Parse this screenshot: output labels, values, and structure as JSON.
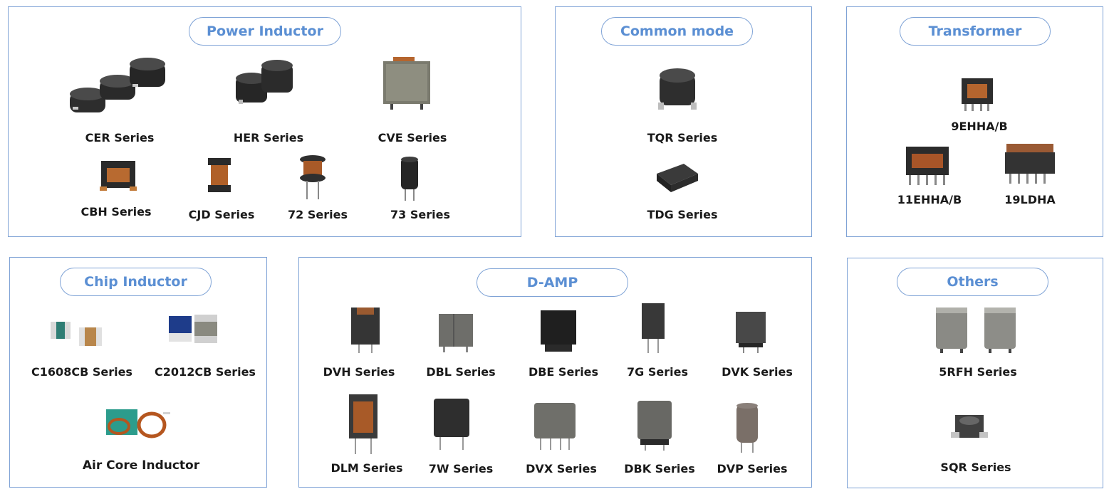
{
  "categories": {
    "power_inductor": {
      "title": "Power Inductor",
      "products": [
        "CER Series",
        "HER Series",
        "CVE Series",
        "CBH Series",
        "CJD Series",
        "72 Series",
        "73 Series"
      ]
    },
    "common_mode": {
      "title": "Common mode",
      "products": [
        "TQR Series",
        "TDG Series"
      ]
    },
    "transformer": {
      "title": "Transformer",
      "products": [
        "9EHHA/B",
        "11EHHA/B",
        "19LDHA"
      ]
    },
    "chip_inductor": {
      "title": "Chip Inductor",
      "products": [
        "C1608CB Series",
        "C2012CB Series",
        "Air Core Inductor"
      ]
    },
    "d_amp": {
      "title": "D-AMP",
      "products": [
        "DVH Series",
        "DBL Series",
        "DBE Series",
        "7G Series",
        "DVK Series",
        "DLM Series",
        "7W Series",
        "DVX Series",
        "DBK Series",
        "DVP Series"
      ]
    },
    "others": {
      "title": "Others",
      "products": [
        "5RFH Series",
        "SQR Series"
      ]
    }
  },
  "colors": {
    "border": "#7fa3d6",
    "title_text": "#5b8fd3",
    "label_text": "#1a1a1a"
  }
}
